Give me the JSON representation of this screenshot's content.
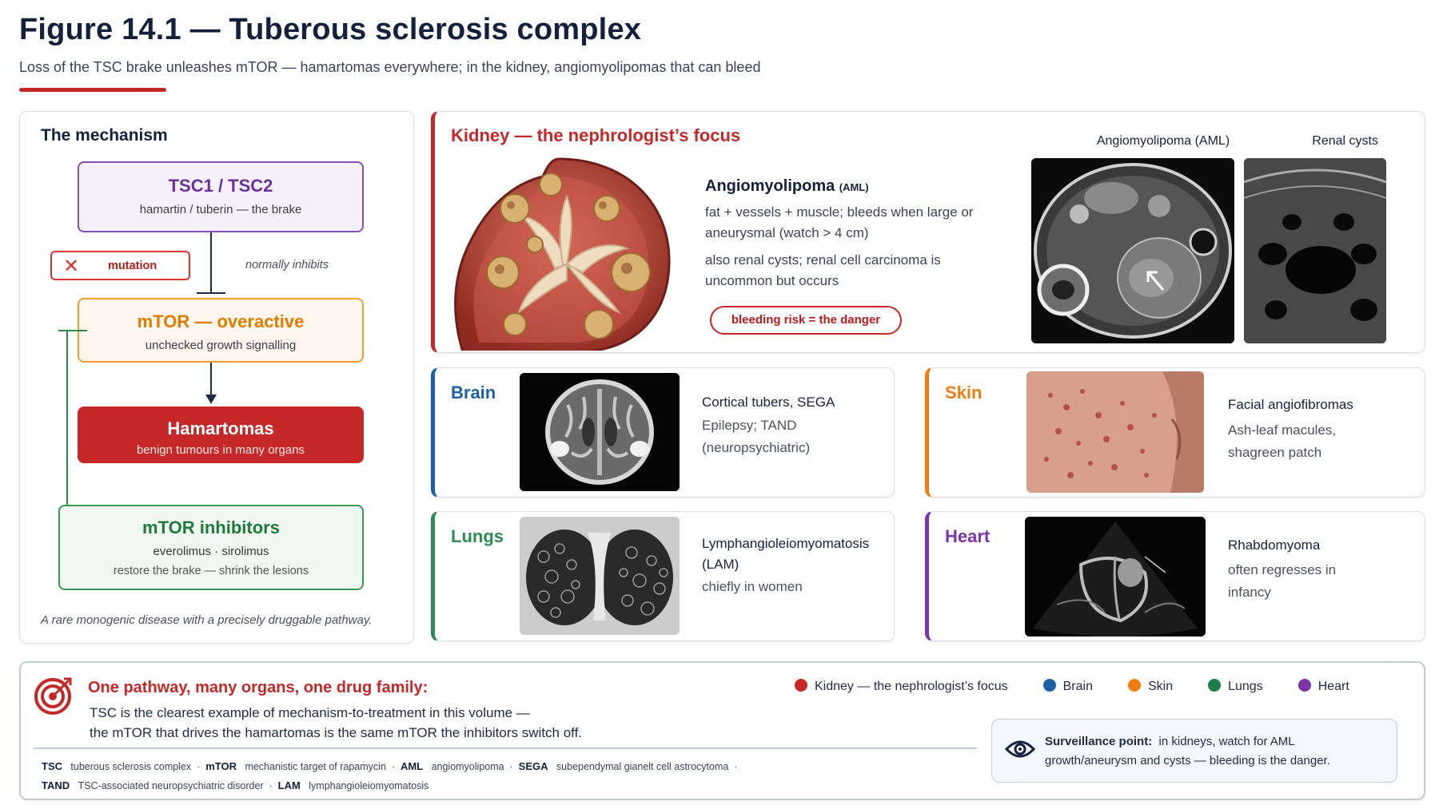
{
  "header": {
    "title": "Figure 14.1 — Tuberous sclerosis complex",
    "subtitle": "Loss of the TSC brake unleashes mTOR — hamartomas everywhere; in the kidney, angiomyolipomas that can bleed"
  },
  "mechanism": {
    "title": "The mechanism",
    "tsc": {
      "heading": "TSC1 / TSC2",
      "sub": "hamartin / tuberin — the brake"
    },
    "mutation_label": "mutation",
    "inhibits_label": "normally inhibits",
    "mtor": {
      "heading": "mTOR — overactive",
      "sub": "unchecked growth signalling"
    },
    "hamartomas": {
      "heading": "Hamartomas",
      "sub": "benign tumours in many organs"
    },
    "inhibitors": {
      "heading": "mTOR inhibitors",
      "drugs": "everolimus · sirolimus",
      "effect": "restore the brake — shrink the lesions"
    },
    "footnote": "A rare monogenic disease with a precisely druggable pathway."
  },
  "kidney": {
    "title": "Kidney — the nephrologist’s focus",
    "heading": "Angiomyolipoma",
    "heading_abbr": "(AML)",
    "text1": "fat + vessels + muscle; bleeds when large or aneurysmal (watch > 4 cm)",
    "text2": "also renal cysts; renal cell carcinoma is uncommon but occurs",
    "pill": "bleeding risk = the danger",
    "caption_aml": "Angiomyolipoma (AML)",
    "caption_cysts": "Renal cysts"
  },
  "organs": {
    "brain": {
      "title": "Brain",
      "line1": "Cortical tubers, SEGA",
      "line2": "Epilepsy; TAND",
      "line3": "(neuropsychiatric)"
    },
    "skin": {
      "title": "Skin",
      "line1": "Facial angiofibromas",
      "line2": "Ash-leaf macules,",
      "line3": "shagreen patch"
    },
    "lungs": {
      "title": "Lungs",
      "line1": "Lymphangioleiomyomatosis",
      "line1b": "(LAM)",
      "line2": "chiefly in women"
    },
    "heart": {
      "title": "Heart",
      "line1": "Rhabdomyoma",
      "line2": "often regresses in",
      "line3": "infancy"
    }
  },
  "summary": {
    "heading": "One pathway, many organs, one drug family:",
    "body1": "TSC is the clearest example of mechanism-to-treatment in this volume —",
    "body2": "the mTOR that drives the hamartomas is the same mTOR the inhibitors switch off.",
    "legend": [
      {
        "label": "Kidney — the nephrologist’s focus",
        "color": "#c62828"
      },
      {
        "label": "Brain",
        "color": "#1f5fa8"
      },
      {
        "label": "Skin",
        "color": "#ef7d10"
      },
      {
        "label": "Lungs",
        "color": "#1e7b4a"
      },
      {
        "label": "Heart",
        "color": "#7b35a8"
      }
    ],
    "surveillance_label": "Surveillance point:",
    "surveillance_text": "in kidneys, watch for AML growth/aneurysm and cysts — bleeding is the danger.",
    "abbreviations_row1": [
      {
        "abbr": "TSC",
        "full": "tuberous sclerosis complex"
      },
      {
        "abbr": "mTOR",
        "full": "mechanistic target of rapamycin"
      },
      {
        "abbr": "AML",
        "full": "angiomyolipoma"
      },
      {
        "abbr": "SEGA",
        "full": "subependymal gianelt cell astrocytoma"
      }
    ],
    "abbreviations_row2": [
      {
        "abbr": "TAND",
        "full": "TSC-associated neuropsychiatric disorder"
      },
      {
        "abbr": "LAM",
        "full": "lymphangioleiomyomatosis"
      }
    ]
  },
  "colors": {
    "kidney": "#c62828",
    "brain": "#1f5fa8",
    "skin": "#ef7d10",
    "lungs": "#2e8b57",
    "heart": "#7b35a8",
    "mtor": "#f39c33",
    "tsc": "#8a4fb5"
  }
}
